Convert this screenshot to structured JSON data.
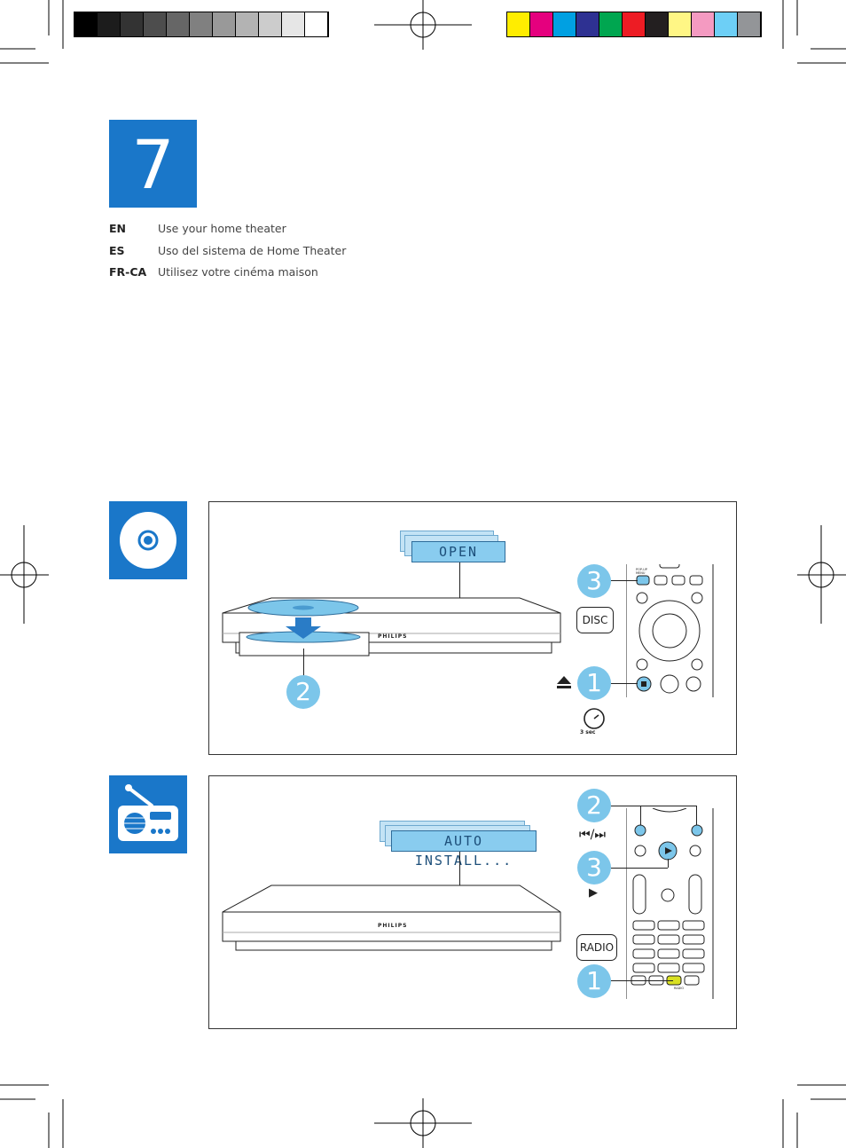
{
  "color_bar": {
    "grays": [
      "#000000",
      "#1c1c1c",
      "#333333",
      "#4d4d4d",
      "#666666",
      "#808080",
      "#999999",
      "#b3b3b3",
      "#cccccc",
      "#e6e6e6",
      "#ffffff"
    ],
    "colors": [
      "#ffed00",
      "#e5007e",
      "#00a0e2",
      "#2e3192",
      "#00a650",
      "#ed1c24",
      "#231f20",
      "#fff685",
      "#f49ac1",
      "#6dcff6",
      "#939598"
    ]
  },
  "chapter": {
    "number": "7",
    "color": "#1a77c9",
    "languages": [
      {
        "code": "EN",
        "text": "Use your home theater"
      },
      {
        "code": "ES",
        "text": "Uso del sistema de Home Theater"
      },
      {
        "code": "FR-CA",
        "text": "Utilisez votre cinéma maison"
      }
    ]
  },
  "disc_panel": {
    "icon": "disc-icon",
    "display": "OPEN",
    "brand": "PHILIPS",
    "key_label": "DISC",
    "timer_label": "3 sec",
    "remote_tiny_label": "POP-UP MENU",
    "steps": [
      "3",
      "1",
      "2"
    ]
  },
  "radio_panel": {
    "icon": "radio-icon",
    "display": "AUTO INSTALL...",
    "brand": "PHILIPS",
    "key_label": "RADIO",
    "remote_tiny_label": "RADIO",
    "steps": [
      "2",
      "3",
      "1"
    ],
    "skip_label": "⏮/⏭",
    "play_label": "▶"
  }
}
